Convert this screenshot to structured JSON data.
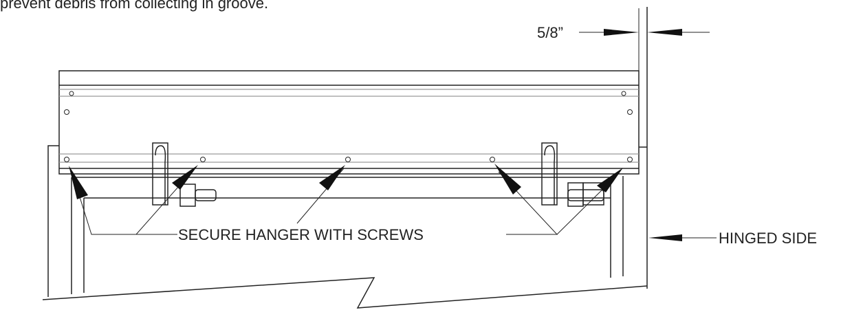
{
  "caption": "prevent debris from collecting in groove.",
  "labels": {
    "dimension": "5/8”",
    "secure": "SECURE HANGER WITH SCREWS",
    "hinged": "HINGED SIDE"
  }
}
